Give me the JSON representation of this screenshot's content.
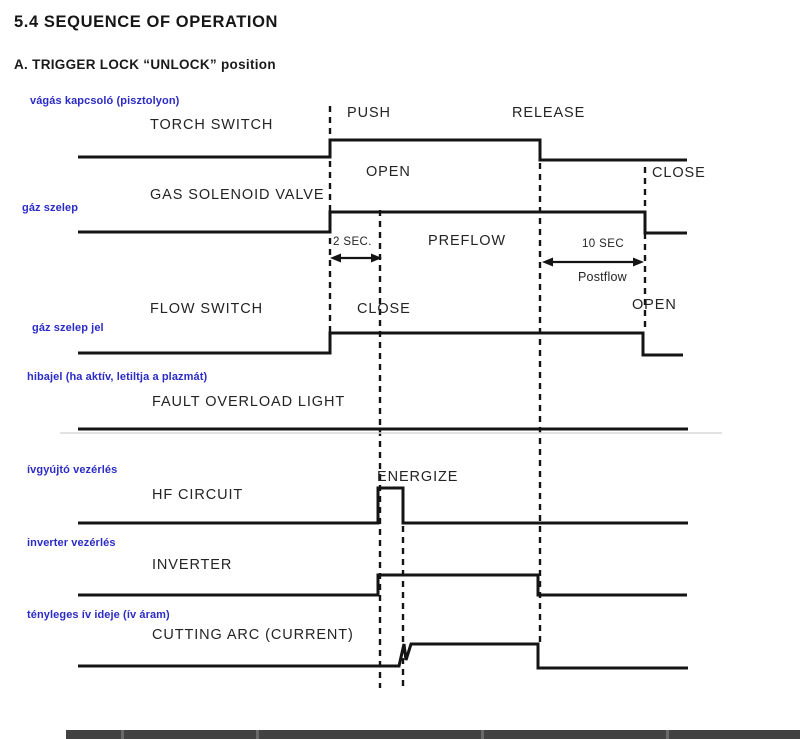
{
  "header": {
    "title": "5.4 SEQUENCE OF OPERATION",
    "subtitle": "A. TRIGGER LOCK “UNLOCK” position"
  },
  "rows": [
    {
      "hu": "vágás kapcsoló (pisztolyon)",
      "label": "TORCH SWITCH"
    },
    {
      "hu": "gáz szelep",
      "label": "GAS SOLENOID VALVE"
    },
    {
      "hu": "gáz szelep jel",
      "label": "FLOW SWITCH"
    },
    {
      "hu": "hibajel (ha aktív, letiltja a plazmát)",
      "label": "FAULT OVERLOAD LIGHT"
    },
    {
      "hu": "ívgyújtó vezérlés",
      "label": "HF CIRCUIT"
    },
    {
      "hu": "inverter vezérlés",
      "label": "INVERTER"
    },
    {
      "hu": "tényleges ív ideje (ív áram)",
      "label": "CUTTING ARC (CURRENT)"
    }
  ],
  "annotations": {
    "push": "PUSH",
    "release": "RELEASE",
    "open_valve": "OPEN",
    "close_valve": "CLOSE",
    "two_sec": "2 SEC.",
    "preflow": "PREFLOW",
    "ten_sec": "10 SEC",
    "postflow": "Postflow",
    "close_flow": "CLOSE",
    "open_flow": "OPEN",
    "energize": "ENERGIZE"
  },
  "colors": {
    "line": "#141414",
    "annotation_blue": "#2b2bc6",
    "faint_rule": "#d9d9d9",
    "bottom_bar": "#424242"
  }
}
